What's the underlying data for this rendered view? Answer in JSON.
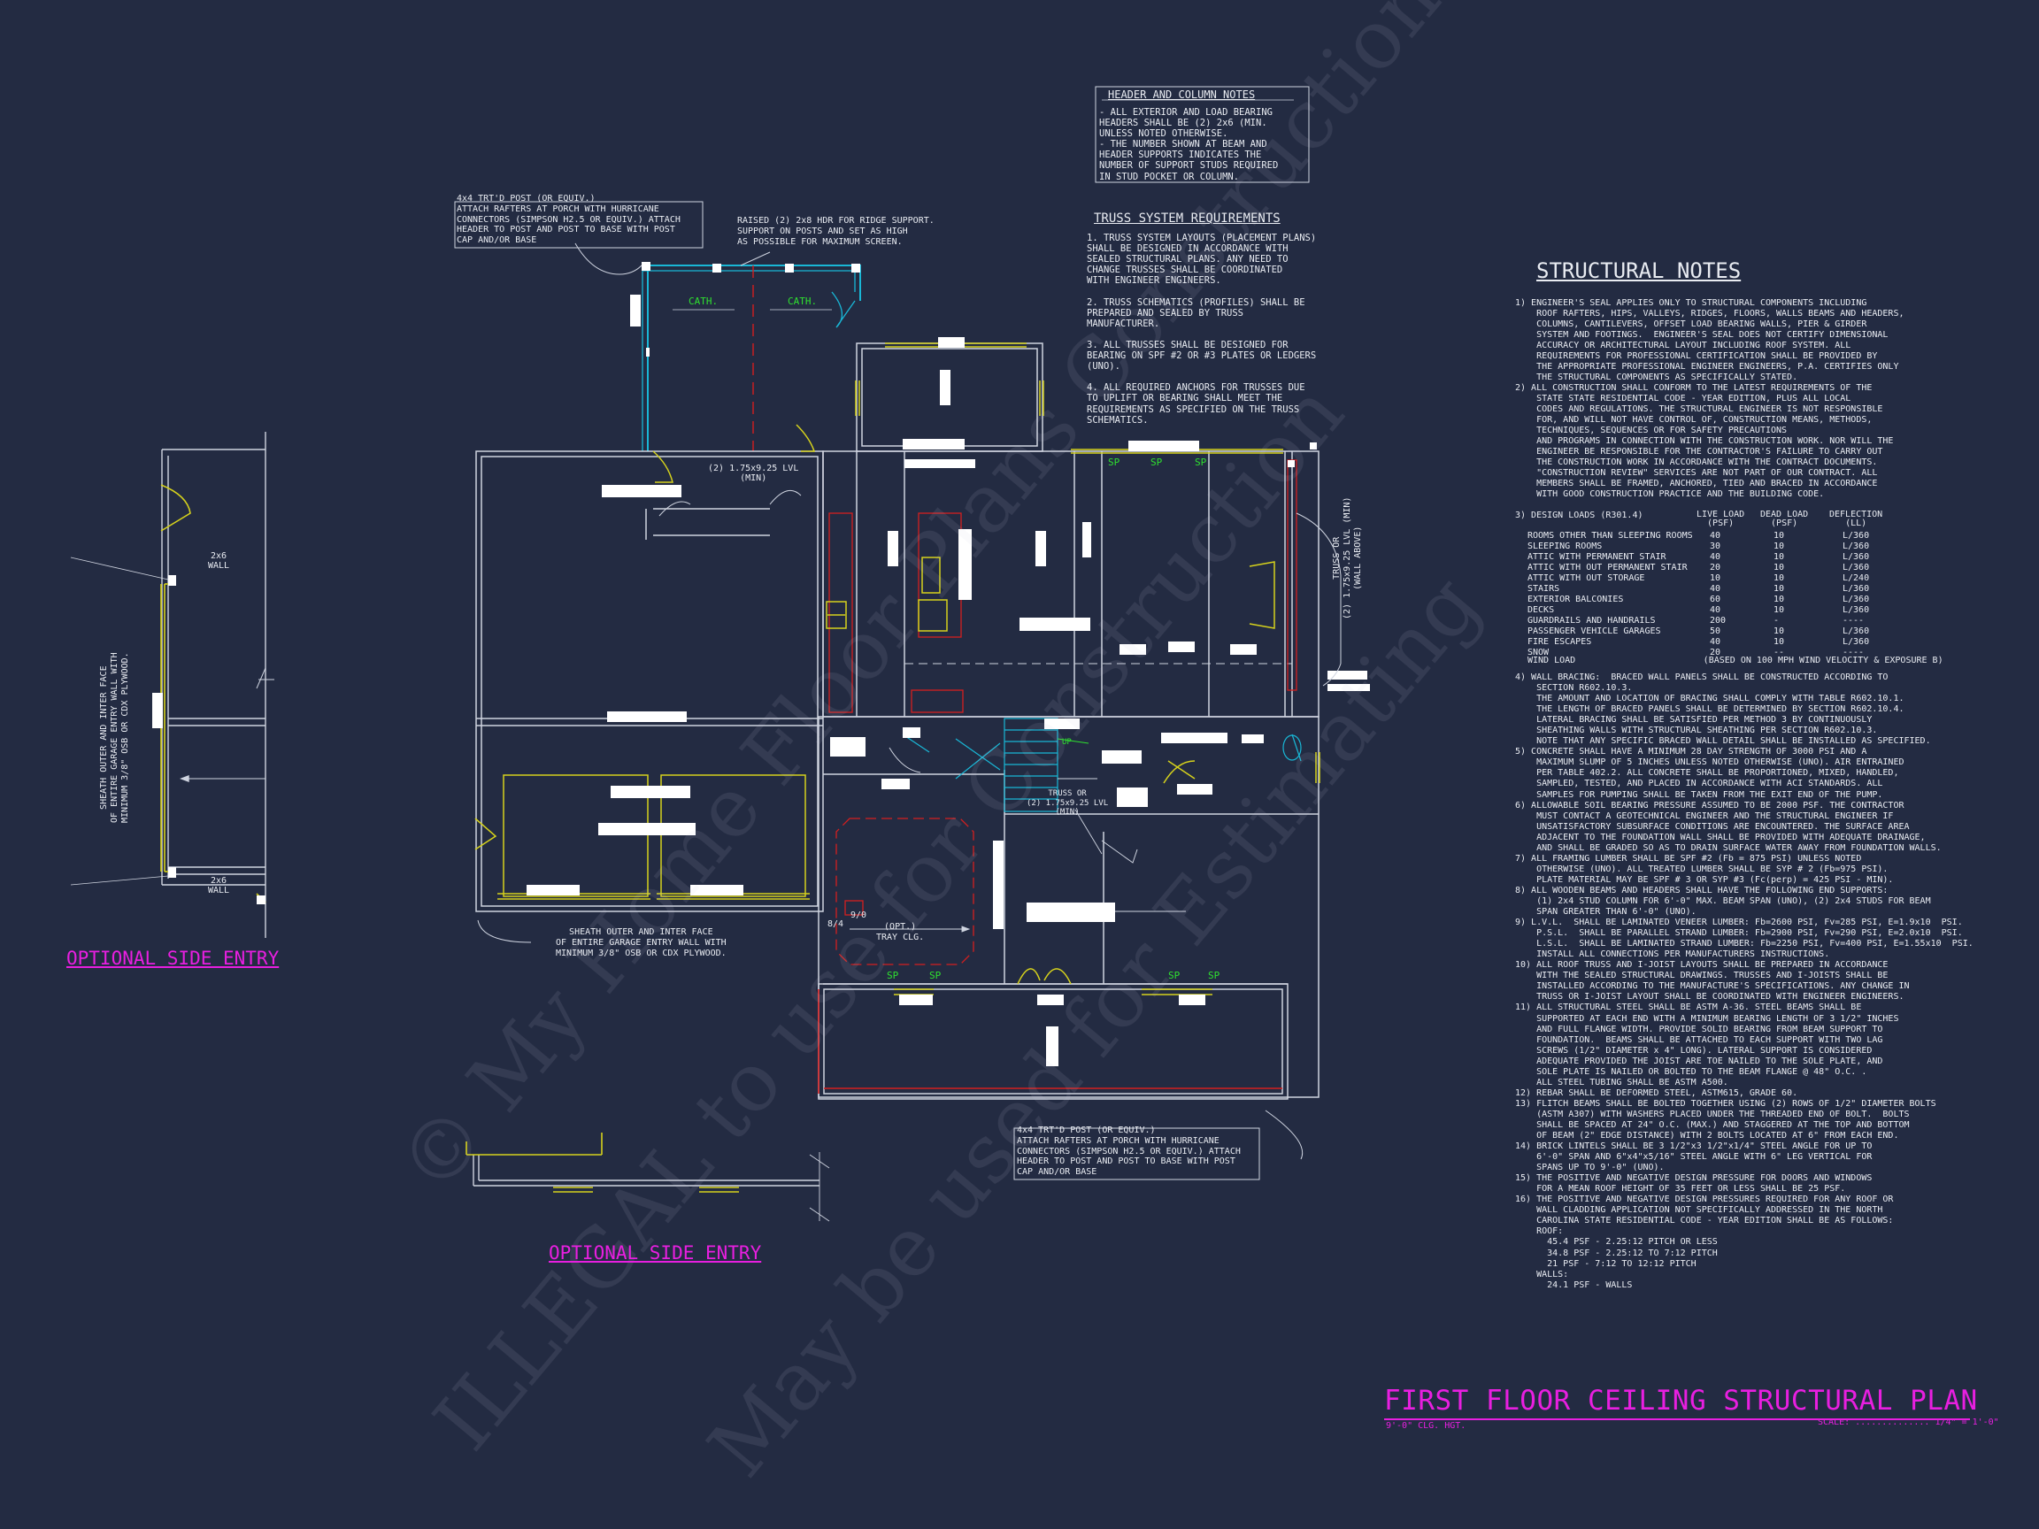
{
  "colors": {
    "background": "#232b42",
    "wall": "#cfd4e0",
    "beam_label": "#ffffff",
    "header_yellow": "#d6d21c",
    "cyan": "#19b7d6",
    "red": "#d41f1f",
    "magenta": "#e81fe0",
    "green": "#2fe02f"
  },
  "watermark": {
    "line1": "© My Home Floor Plans Construction",
    "line2": "ILLEGAL to use for Construction",
    "line3": "May be used for Estimating"
  },
  "header_column_notes": {
    "title": "HEADER AND COLUMN NOTES",
    "lines": [
      "- ALL EXTERIOR AND LOAD BEARING",
      "HEADERS SHALL BE (2) 2x6 (MIN.",
      "UNLESS NOTED OTHERWISE.",
      "- THE NUMBER SHOWN AT BEAM AND",
      "HEADER SUPPORTS INDICATES THE",
      "NUMBER OF SUPPORT STUDS REQUIRED",
      "IN STUD POCKET OR COLUMN."
    ]
  },
  "truss_requirements": {
    "title": "TRUSS SYSTEM REQUIREMENTS",
    "lines": [
      "1. TRUSS SYSTEM LAYOUTS (PLACEMENT PLANS)",
      "SHALL BE DESIGNED IN ACCORDANCE WITH",
      "SEALED STRUCTURAL PLANS. ANY NEED TO",
      "CHANGE TRUSSES SHALL BE COORDINATED",
      "WITH ENGINEER ENGINEERS.",
      "",
      "2. TRUSS SCHEMATICS (PROFILES) SHALL BE",
      "PREPARED AND SEALED BY TRUSS",
      "MANUFACTURER.",
      "",
      "3. ALL TRUSSES SHALL BE DESIGNED FOR",
      "BEARING ON SPF #2 OR #3 PLATES OR LEDGERS",
      "(UNO).",
      "",
      "4. ALL REQUIRED ANCHORS FOR TRUSSES DUE",
      "TO UPLIFT OR BEARING SHALL MEET THE",
      "REQUIREMENTS AS SPECIFIED ON THE TRUSS",
      "SCHEMATICS."
    ]
  },
  "structural_notes": {
    "title": "STRUCTURAL NOTES",
    "block1": [
      "1) ENGINEER'S SEAL APPLIES ONLY TO STRUCTURAL COMPONENTS INCLUDING",
      "    ROOF RAFTERS, HIPS, VALLEYS, RIDGES, FLOORS, WALLS BEAMS AND HEADERS,",
      "    COLUMNS, CANTILEVERS, OFFSET LOAD BEARING WALLS, PIER & GIRDER",
      "    SYSTEM AND FOOTINGS.  ENGINEER'S SEAL DOES NOT CERTIFY DIMENSIONAL",
      "    ACCURACY OR ARCHITECTURAL LAYOUT INCLUDING ROOF SYSTEM. ALL",
      "    REQUIREMENTS FOR PROFESSIONAL CERTIFICATION SHALL BE PROVIDED BY",
      "    THE APPROPRIATE PROFESSIONAL ENGINEER ENGINEERS, P.A. CERTIFIES ONLY",
      "    THE STRUCTURAL COMPONENTS AS SPECIFICALLY STATED.",
      "2) ALL CONSTRUCTION SHALL CONFORM TO THE LATEST REQUIREMENTS OF THE",
      "    STATE STATE RESIDENTIAL CODE - YEAR EDITION, PLUS ALL LOCAL",
      "    CODES AND REGULATIONS. THE STRUCTURAL ENGINEER IS NOT RESPONSIBLE",
      "    FOR, AND WILL NOT HAVE CONTROL OF, CONSTRUCTION MEANS, METHODS,",
      "    TECHNIQUES, SEQUENCES OR FOR SAFETY PRECAUTIONS",
      "    AND PROGRAMS IN CONNECTION WITH THE CONSTRUCTION WORK. NOR WILL THE",
      "    ENGINEER BE RESPONSIBLE FOR THE CONTRACTOR'S FAILURE TO CARRY OUT",
      "    THE CONSTRUCTION WORK IN ACCORDANCE WITH THE CONTRACT DOCUMENTS.",
      "    \"CONSTRUCTION REVIEW\" SERVICES ARE NOT PART OF OUR CONTRACT. ALL",
      "    MEMBERS SHALL BE FRAMED, ANCHORED, TIED AND BRACED IN ACCORDANCE",
      "    WITH GOOD CONSTRUCTION PRACTICE AND THE BUILDING CODE."
    ],
    "loads_title": "3) DESIGN LOADS (R301.4)",
    "loads_headers": [
      "LIVE LOAD\n(PSF)",
      "DEAD LOAD\n(PSF)",
      "DEFLECTION\n(LL)"
    ],
    "loads_rows": [
      [
        "ROOMS OTHER THAN SLEEPING ROOMS",
        "40",
        "10",
        "L/360"
      ],
      [
        "SLEEPING ROOMS",
        "30",
        "10",
        "L/360"
      ],
      [
        "ATTIC WITH PERMANENT STAIR",
        "40",
        "10",
        "L/360"
      ],
      [
        "ATTIC WITH OUT PERMANENT STAIR",
        "20",
        "10",
        "L/360"
      ],
      [
        "ATTIC WITH OUT STORAGE",
        "10",
        "10",
        "L/240"
      ],
      [
        "STAIRS",
        "40",
        "10",
        "L/360"
      ],
      [
        "EXTERIOR BALCONIES",
        "60",
        "10",
        "L/360"
      ],
      [
        "DECKS",
        "40",
        "10",
        "L/360"
      ],
      [
        "GUARDRAILS AND HANDRAILS",
        "200",
        "-",
        "----"
      ],
      [
        "PASSENGER VEHICLE GARAGES",
        "50",
        "10",
        "L/360"
      ],
      [
        "FIRE ESCAPES",
        "40",
        "10",
        "L/360"
      ],
      [
        "SNOW",
        "20",
        "--",
        "----"
      ]
    ],
    "wind_load": "WIND LOAD                        (BASED ON 100 MPH WIND VELOCITY & EXPOSURE B)",
    "block2": [
      "4) WALL BRACING:  BRACED WALL PANELS SHALL BE CONSTRUCTED ACCORDING TO",
      "    SECTION R602.10.3.",
      "    THE AMOUNT AND LOCATION OF BRACING SHALL COMPLY WITH TABLE R602.10.1.",
      "    THE LENGTH OF BRACED PANELS SHALL BE DETERMINED BY SECTION R602.10.4.",
      "    LATERAL BRACING SHALL BE SATISFIED PER METHOD 3 BY CONTINUOUSLY",
      "    SHEATHING WALLS WITH STRUCTURAL SHEATHING PER SECTION R602.10.3.",
      "    NOTE THAT ANY SPECIFIC BRACED WALL DETAIL SHALL BE INSTALLED AS SPECIFIED.",
      "5) CONCRETE SHALL HAVE A MINIMUM 28 DAY STRENGTH OF 3000 PSI AND A",
      "    MAXIMUM SLUMP OF 5 INCHES UNLESS NOTED OTHERWISE (UNO). AIR ENTRAINED",
      "    PER TABLE 402.2. ALL CONCRETE SHALL BE PROPORTIONED, MIXED, HANDLED,",
      "    SAMPLED, TESTED, AND PLACED IN ACCORDANCE WITH ACI STANDARDS. ALL",
      "    SAMPLES FOR PUMPING SHALL BE TAKEN FROM THE EXIT END OF THE PUMP.",
      "6) ALLOWABLE SOIL BEARING PRESSURE ASSUMED TO BE 2000 PSF. THE CONTRACTOR",
      "    MUST CONTACT A GEOTECHNICAL ENGINEER AND THE STRUCTURAL ENGINEER IF",
      "    UNSATISFACTORY SUBSURFACE CONDITIONS ARE ENCOUNTERED. THE SURFACE AREA",
      "    ADJACENT TO THE FOUNDATION WALL SHALL BE PROVIDED WITH ADEQUATE DRAINAGE,",
      "    AND SHALL BE GRADED SO AS TO DRAIN SURFACE WATER AWAY FROM FOUNDATION WALLS.",
      "7) ALL FRAMING LUMBER SHALL BE SPF #2 (Fb = 875 PSI) UNLESS NOTED",
      "    OTHERWISE (UNO). ALL TREATED LUMBER SHALL BE SYP # 2 (Fb=975 PSI).",
      "    PLATE MATERIAL MAY BE SPF # 3 OR SYP #3 (Fc(perp) = 425 PSI - MIN).",
      "8) ALL WOODEN BEAMS AND HEADERS SHALL HAVE THE FOLLOWING END SUPPORTS:",
      "    (1) 2x4 STUD COLUMN FOR 6'-0\" MAX. BEAM SPAN (UNO), (2) 2x4 STUDS FOR BEAM",
      "    SPAN GREATER THAN 6'-0\" (UNO).",
      "9) L.V.L.  SHALL BE LAMINATED VENEER LUMBER: Fb=2600 PSI, Fv=285 PSI, E=1.9x10  PSI.",
      "    P.S.L.  SHALL BE PARALLEL STRAND LUMBER: Fb=2900 PSI, Fv=290 PSI, E=2.0x10  PSI.",
      "    L.S.L.  SHALL BE LAMINATED STRAND LUMBER: Fb=2250 PSI, Fv=400 PSI, E=1.55x10  PSI.",
      "    INSTALL ALL CONNECTIONS PER MANUFACTURERS INSTRUCTIONS.",
      "10) ALL ROOF TRUSS AND I-JOIST LAYOUTS SHALL BE PREPARED IN ACCORDANCE",
      "    WITH THE SEALED STRUCTURAL DRAWINGS. TRUSSES AND I-JOISTS SHALL BE",
      "    INSTALLED ACCORDING TO THE MANUFACTURE'S SPECIFICATIONS. ANY CHANGE IN",
      "    TRUSS OR I-JOIST LAYOUT SHALL BE COORDINATED WITH ENGINEER ENGINEERS.",
      "11) ALL STRUCTURAL STEEL SHALL BE ASTM A-36. STEEL BEAMS SHALL BE",
      "    SUPPORTED AT EACH END WITH A MINIMUM BEARING LENGTH OF 3 1/2\" INCHES",
      "    AND FULL FLANGE WIDTH. PROVIDE SOLID BEARING FROM BEAM SUPPORT TO",
      "    FOUNDATION.  BEAMS SHALL BE ATTACHED TO EACH SUPPORT WITH TWO LAG",
      "    SCREWS (1/2\" DIAMETER x 4\" LONG). LATERAL SUPPORT IS CONSIDERED",
      "    ADEQUATE PROVIDED THE JOIST ARE TOE NAILED TO THE SOLE PLATE, AND",
      "    SOLE PLATE IS NAILED OR BOLTED TO THE BEAM FLANGE @ 48\" O.C. .",
      "    ALL STEEL TUBING SHALL BE ASTM A500.",
      "12) REBAR SHALL BE DEFORMED STEEL, ASTM615, GRADE 60.",
      "13) FLITCH BEAMS SHALL BE BOLTED TOGETHER USING (2) ROWS OF 1/2\" DIAMETER BOLTS",
      "    (ASTM A307) WITH WASHERS PLACED UNDER THE THREADED END OF BOLT.  BOLTS",
      "    SHALL BE SPACED AT 24\" O.C. (MAX.) AND STAGGERED AT THE TOP AND BOTTOM",
      "    OF BEAM (2\" EDGE DISTANCE) WITH 2 BOLTS LOCATED AT 6\" FROM EACH END.",
      "14) BRICK LINTELS SHALL BE 3 1/2\"x3 1/2\"x1/4\" STEEL ANGLE FOR UP TO",
      "    6'-0\" SPAN AND 6\"x4\"x5/16\" STEEL ANGLE WITH 6\" LEG VERTICAL FOR",
      "    SPANS UP TO 9'-0\" (UNO).",
      "15) THE POSITIVE AND NEGATIVE DESIGN PRESSURE FOR DOORS AND WINDOWS",
      "    FOR A MEAN ROOF HEIGHT OF 35 FEET OR LESS SHALL BE 25 PSF.",
      "16) THE POSITIVE AND NEGATIVE DESIGN PRESSURES REQUIRED FOR ANY ROOF OR",
      "    WALL CLADDING APPLICATION NOT SPECIFICALLY ADDRESSED IN THE NORTH",
      "    CAROLINA STATE RESIDENTIAL CODE - YEAR EDITION SHALL BE AS FOLLOWS:",
      "    ROOF:",
      "      45.4 PSF - 2.25:12 PITCH OR LESS",
      "      34.8 PSF - 2.25:12 TO 7:12 PITCH",
      "      21 PSF - 7:12 TO 12:12 PITCH",
      "    WALLS:",
      "      24.1 PSF - WALLS"
    ]
  },
  "plan_title": {
    "title": "FIRST FLOOR CEILING STRUCTURAL PLAN",
    "height_note": "9'-0\" CLG. HGT.",
    "scale_label": "SCALE: .............. 1/4\" = 1'-0\""
  },
  "optional_side_entry_left": "OPTIONAL SIDE ENTRY",
  "optional_side_entry_bottom": "OPTIONAL SIDE ENTRY",
  "callouts": {
    "post_top": "4x4 TRT'D POST (OR EQUIV.)\nATTACH RAFTERS AT PORCH WITH HURRICANE\nCONNECTORS (SIMPSON H2.5 OR EQUIV.) ATTACH\nHEADER TO POST AND POST TO BASE WITH POST\nCAP AND/OR BASE",
    "post_bottom": "4x4 TRT'D POST (OR EQUIV.)\nATTACH RAFTERS AT PORCH WITH HURRICANE\nCONNECTORS (SIMPSON H2.5 OR EQUIV.) ATTACH\nHEADER TO POST AND POST TO BASE WITH POST\nCAP AND/OR BASE",
    "ridge": "RAISED (2) 2x8 HDR FOR RIDGE SUPPORT.\nSUPPORT ON POSTS AND SET AS HIGH\nAS POSSIBLE FOR MAXIMUM SCREEN.",
    "sheath_bottom": "SHEATH OUTER AND INTER FACE\nOF ENTIRE GARAGE ENTRY WALL WITH\nMINIMUM 3/8\" OSB OR CDX PLYWOOD.",
    "sheath_side": "SHEATH OUTER AND INTER FACE\nOF ENTIRE GARAGE ENTRY WALL WITH\nMINIMUM 3/8\" OSB OR CDX PLYWOOD.",
    "lvl_top": "(2) 1.75x9.25 LVL\n(MIN)",
    "truss_right": "TRUSS OR\n(2) 1.75x9.25 LVL (MIN)\n(WALL ABOVE)",
    "truss_center": "TRUSS OR\n(2) 1.75x9.25 LVL\n(MIN)",
    "tray": "(OPT.)\nTRAY CLG.",
    "wall_2x6_a": "2x6\nWALL",
    "wall_2x6_b": "2x6\nWALL",
    "cath_left": "CATH.",
    "cath_right": "CATH.",
    "dim_9_0": "9/0",
    "dim_8_4": "8/4",
    "up": "UP",
    "sp": "SP"
  }
}
